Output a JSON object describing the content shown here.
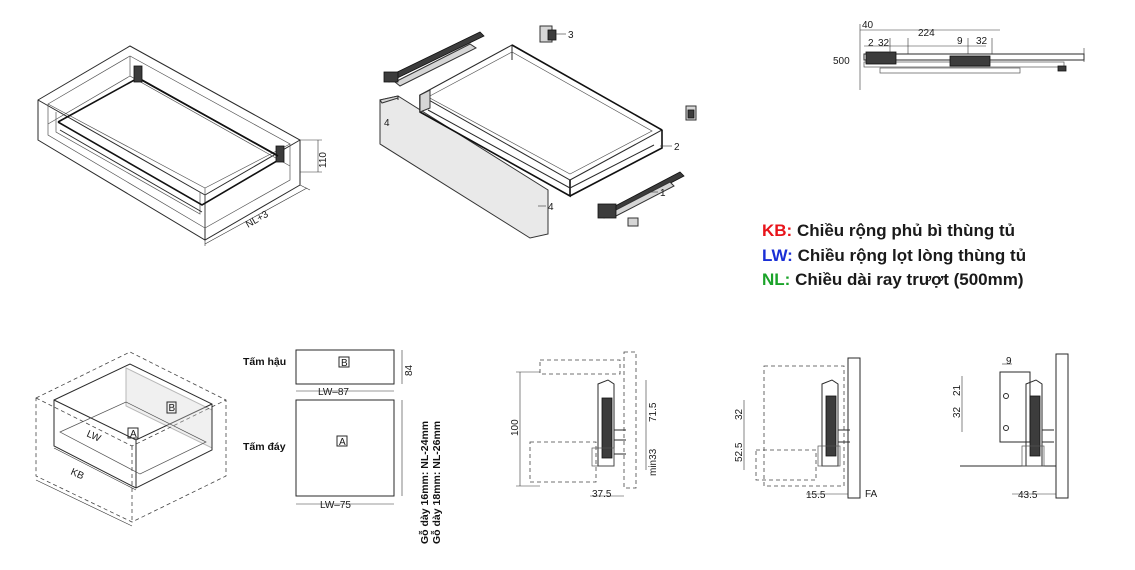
{
  "legend": {
    "kb": {
      "abbr": "KB:",
      "text": "Chiều rộng phủ bì thùng tủ",
      "color": "#e8141b"
    },
    "lw": {
      "abbr": "LW:",
      "text": "Chiều rộng lọt lòng thùng tủ",
      "color": "#1a2fd6"
    },
    "nl": {
      "abbr": "NL:",
      "text": "Chiều dài ray trượt (500mm)",
      "color": "#1aa329"
    }
  },
  "cabinet_3d": {
    "height_dim": "110",
    "length_dim": "NL+3"
  },
  "exploded": {
    "part_1": "1",
    "part_2": "2",
    "part_3": "3",
    "part_4": "4"
  },
  "side_view": {
    "d40": "40",
    "d224": "224",
    "d9": "9",
    "d32": "32",
    "d2": "2",
    "d32b": "32",
    "d500": "500"
  },
  "box_view": {
    "lw": "LW",
    "kb": "KB",
    "back_tag": "B",
    "bottom_tag": "A"
  },
  "panels": {
    "back_label": "Tấm hậu",
    "back_tag": "B",
    "back_width": "LW–87",
    "back_height": "84",
    "bottom_label": "Tấm đáy",
    "bottom_tag": "A",
    "bottom_width": "LW–75",
    "note_1": "Gỗ dày 16mm: NL-24mm",
    "note_2": "Gỗ dày 18mm: NL-26mm"
  },
  "section_1": {
    "h100": "100",
    "h71_5": "71.5",
    "min33": "min33",
    "w37_5": "37.5"
  },
  "section_2": {
    "d32": "32",
    "d52_5": "52.5",
    "d15_5": "15.5",
    "fa": "FA"
  },
  "section_3": {
    "d9": "9",
    "d21": "21",
    "d32": "32",
    "d43_5": "43.5"
  }
}
